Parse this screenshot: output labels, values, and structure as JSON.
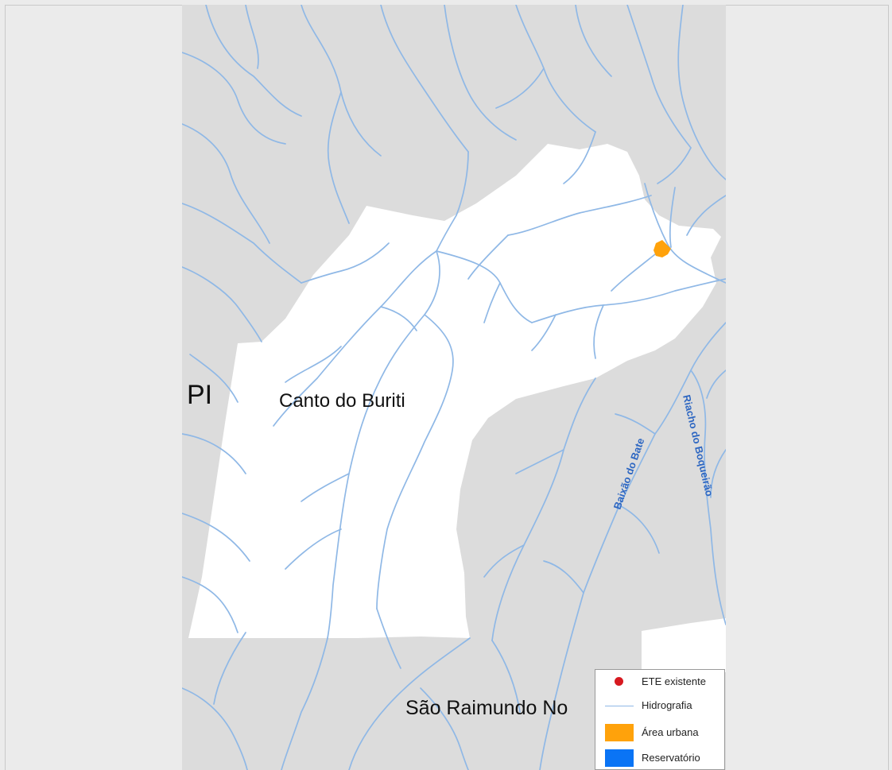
{
  "map": {
    "labels": {
      "state": "PI",
      "municipality": "Canto do Buriti",
      "neighbor_south": "São Raimundo No",
      "river_1": "Baixão do Bate",
      "river_2": "Riacho do Boqueirão"
    },
    "colors": {
      "background_area": "#dcdcdc",
      "municipality_area": "#ffffff",
      "hydrography": "#8fb8e6",
      "urban_area": "#ffa20b",
      "reservoir": "#0a74f5",
      "ete": "#d71920",
      "river_label": "#2e67c2"
    }
  },
  "legend": {
    "items": [
      {
        "label": "ETE existente",
        "symbol": "red-dot-icon"
      },
      {
        "label": "Hidrografia",
        "symbol": "blue-line-icon"
      },
      {
        "label": "Área urbana",
        "symbol": "orange-square-icon"
      },
      {
        "label": "Reservatório",
        "symbol": "blue-square-icon"
      }
    ]
  }
}
